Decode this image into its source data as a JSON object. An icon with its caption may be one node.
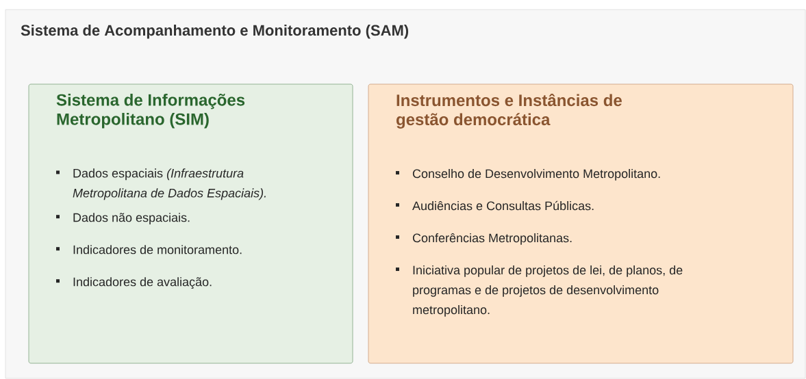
{
  "diagram": {
    "nodes": [
      {
        "text": [
          "Sistema de Acompanhamento e Monitoramento (SAM)"
        ]
      },
      {
        "text": [
          "Sistema de Informações Metropolitano (SIM)",
          "Dados espaciais *(Infraestrutura Metropolitana de Dados Espaciais).*",
          "Dados não espaciais.",
          "Indicadores de monitoramento.",
          "Indicadores de avaliação."
        ],
        "in": 0
      },
      {
        "text": [
          "Instrumentos e Instâncias de gestão democrática",
          "Conselho de Desenvolvimento Metropolitano.",
          "Audiências e Consultas Públicas.",
          "Conferências Metropolitanas.",
          "Iniciativa popular de projetos de lei, de planos, de programas e de projetos de desenvolvimento metropolitano."
        ],
        "in": 0
      }
    ]
  }
}
